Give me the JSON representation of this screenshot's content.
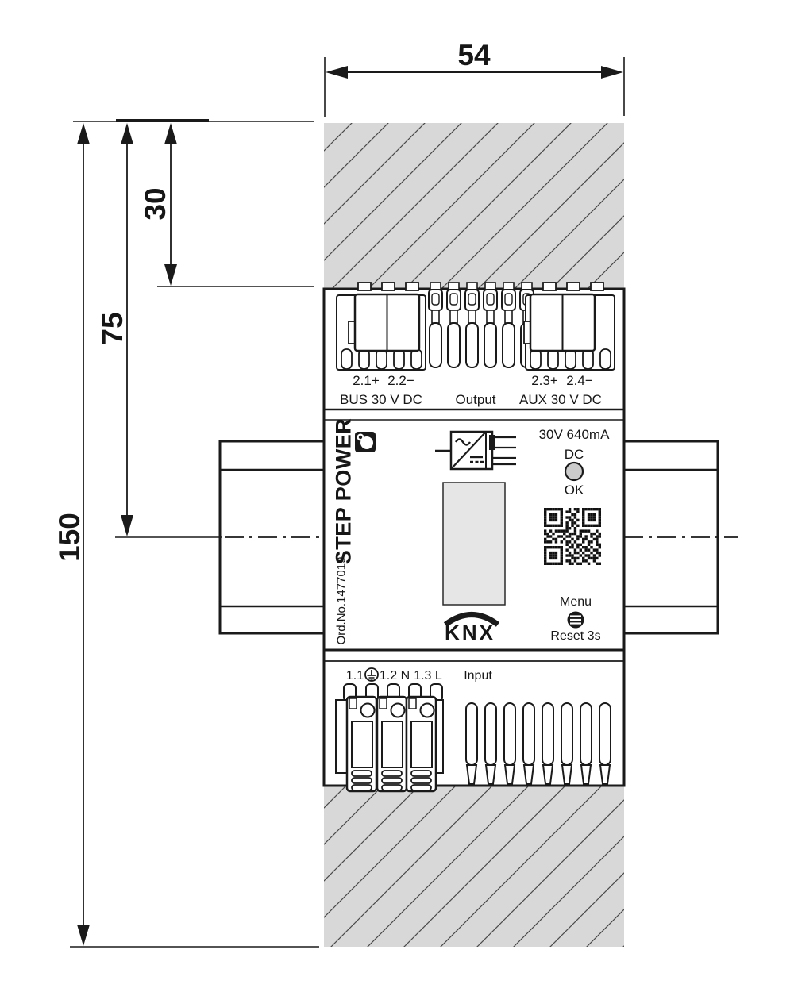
{
  "dimensions": {
    "width_mm": "54",
    "total_height_mm": "150",
    "center_height_mm": "75",
    "top_offset_mm": "30"
  },
  "device": {
    "output_section": {
      "bus_terminal_1": "2.1+",
      "bus_terminal_2": "2.2−",
      "bus_label": "BUS 30 V DC",
      "output_label": "Output",
      "aux_terminal_1": "2.3+",
      "aux_terminal_2": "2.4−",
      "aux_label": "AUX 30 V DC"
    },
    "front": {
      "brand": "STEP POWER",
      "order_no": "Ord.No.1477019",
      "rating": "30V 640mA",
      "led_label_top": "DC",
      "led_label_bottom": "OK",
      "menu_label": "Menu",
      "reset_label": "Reset 3s",
      "knx_label": "KNX"
    },
    "input_section": {
      "terminal_1": "1.1",
      "terminal_2": "1.2 N",
      "terminal_3": "1.3 L",
      "input_label": "Input"
    }
  },
  "qr": {
    "rows": [
      "111111100101101111111",
      "100000101100101000001",
      "101110100011001011101",
      "101110101101001011101",
      "101110100110101011101",
      "100000101011001000001",
      "111111101010101111111",
      "000000001101000000000",
      "101011111001011110010",
      "110100010111010001101",
      "011001101100110101011",
      "100110010010101100110",
      "111010101101001011010",
      "000000001010110010011",
      "111111100110101101001",
      "100000101001010110110",
      "101110100101101001011",
      "101110101110010110101",
      "101110100011101011110",
      "100000101101001100100",
      "111111100110110010011"
    ]
  }
}
